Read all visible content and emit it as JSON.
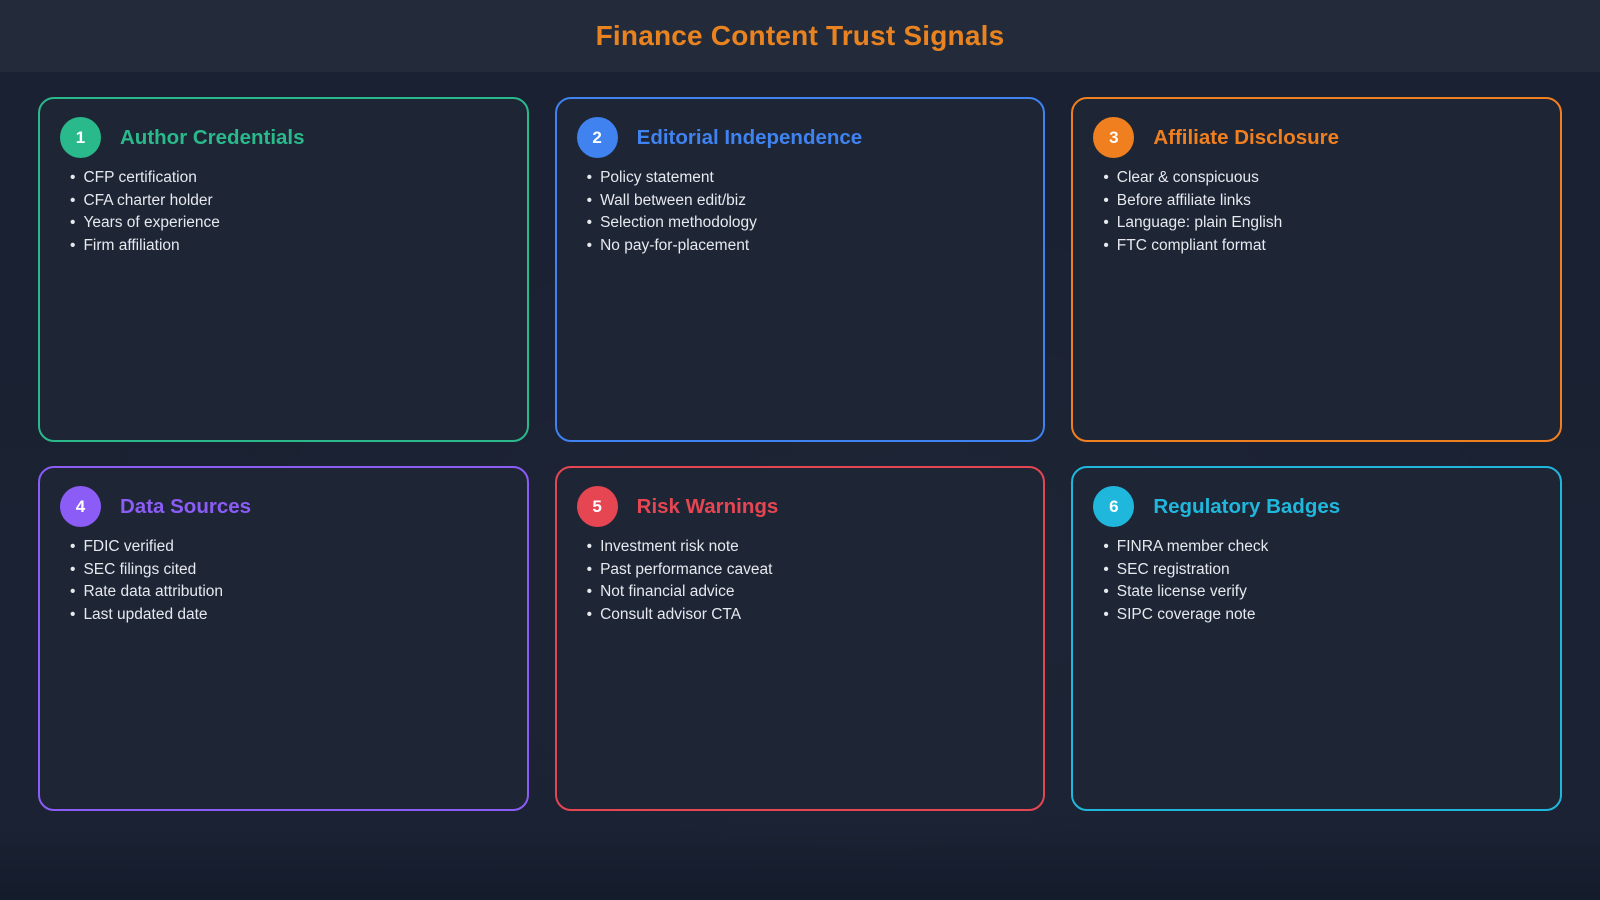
{
  "page": {
    "title": "Finance Content Trust Signals"
  },
  "theme": {
    "title_color": "#e98320",
    "page_bg": "#1a2132",
    "header_bg": "#232b3b",
    "card_bg": "#1e2636",
    "text_color": "#e6e9ee"
  },
  "cards": [
    {
      "number": "1",
      "title": "Author Credentials",
      "accent": "#2ab98a",
      "items": [
        "CFP certification",
        "CFA charter holder",
        "Years of experience",
        "Firm affiliation"
      ]
    },
    {
      "number": "2",
      "title": "Editorial Independence",
      "accent": "#3f82f0",
      "items": [
        "Policy statement",
        "Wall between edit/biz",
        "Selection methodology",
        "No pay-for-placement"
      ]
    },
    {
      "number": "3",
      "title": "Affiliate Disclosure",
      "accent": "#ef7f1f",
      "items": [
        "Clear & conspicuous",
        "Before affiliate links",
        "Language: plain English",
        "FTC compliant format"
      ]
    },
    {
      "number": "4",
      "title": "Data Sources",
      "accent": "#8b5cf6",
      "items": [
        "FDIC verified",
        "SEC filings cited",
        "Rate data attribution",
        "Last updated date"
      ]
    },
    {
      "number": "5",
      "title": "Risk Warnings",
      "accent": "#e64552",
      "items": [
        "Investment risk note",
        "Past performance caveat",
        "Not financial advice",
        "Consult advisor CTA"
      ]
    },
    {
      "number": "6",
      "title": "Regulatory Badges",
      "accent": "#20b7dd",
      "items": [
        "FINRA member check",
        "SEC registration",
        "State license verify",
        "SIPC coverage note"
      ]
    }
  ]
}
